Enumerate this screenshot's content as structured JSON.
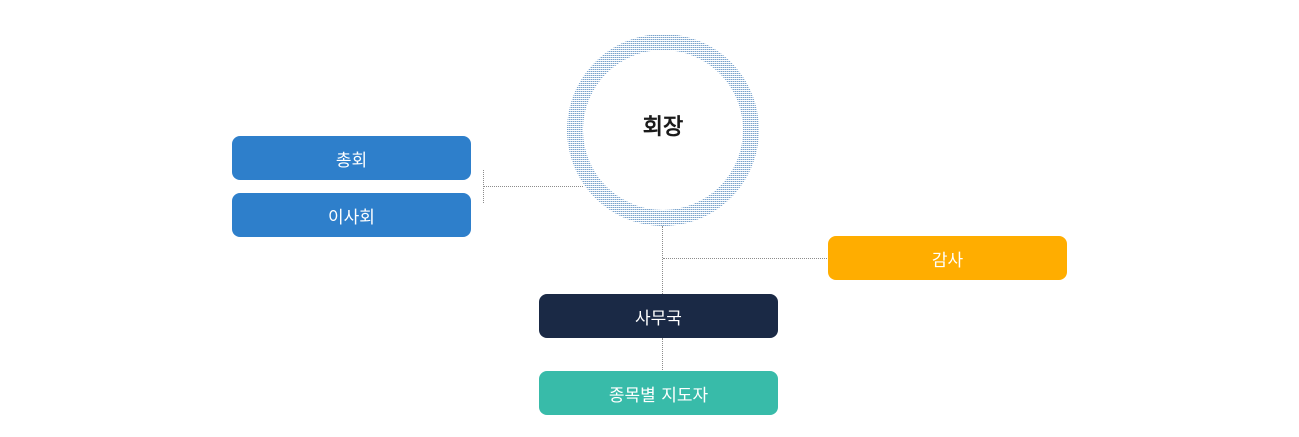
{
  "org_chart": {
    "president": "회장",
    "general_assembly": "총회",
    "board_of_directors": "이사회",
    "auditor": "감사",
    "secretariat": "사무국",
    "sport_coaches": "종목별 지도자"
  },
  "colors": {
    "assembly_board": "#2e7fcb",
    "auditor": "#ffad00",
    "secretariat": "#1a2945",
    "coaches": "#38bba9",
    "ring": "#7aa3cc"
  }
}
